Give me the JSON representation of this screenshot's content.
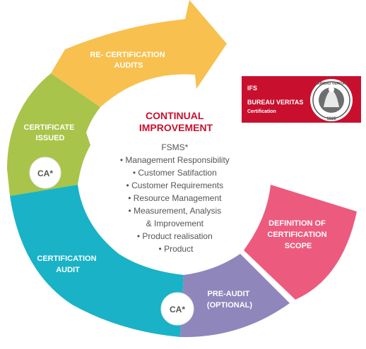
{
  "colors": {
    "yellow": "#f8c04f",
    "green": "#a8c44a",
    "teal": "#19b2c7",
    "purple": "#8f86bc",
    "pink": "#ec5b7e",
    "title_red": "#c8102e",
    "logo_red": "#c8102e"
  },
  "segments": {
    "recert": {
      "line1": "RE- CERTIFICATION",
      "line2": "AUDITS"
    },
    "issued": {
      "line1": "CERTIFICATE",
      "line2": "ISSUED"
    },
    "audit": {
      "line1": "CERTIFICATION",
      "line2": "AUDIT"
    },
    "preaudit": {
      "line1": "PRE-AUDIT",
      "line2": "(OPTIONAL)"
    },
    "scope": {
      "line1": "DEFINITION OF",
      "line2": "CERTIFICATION",
      "line3": "SCOPE"
    }
  },
  "center": {
    "title1": "CONTINUAL",
    "title2": "IMPROVEMENT",
    "items": [
      "FSMS*",
      "• Management Responsibility",
      "• Customer Satifaction",
      "• Customer Requirements",
      "• Resource Management",
      "• Measurement, Analysis",
      "& Improvement",
      "• Product realisation",
      "• Product"
    ]
  },
  "badges": {
    "ca_top": "CA*",
    "ca_bottom": "CA*"
  },
  "logo": {
    "line1": "IFS",
    "line2": "BUREAU VERITAS",
    "line3": "Certification",
    "seal_top": "BUREAU VERITAS",
    "seal_year": "1828",
    "icon": "bureau-veritas-seal"
  }
}
